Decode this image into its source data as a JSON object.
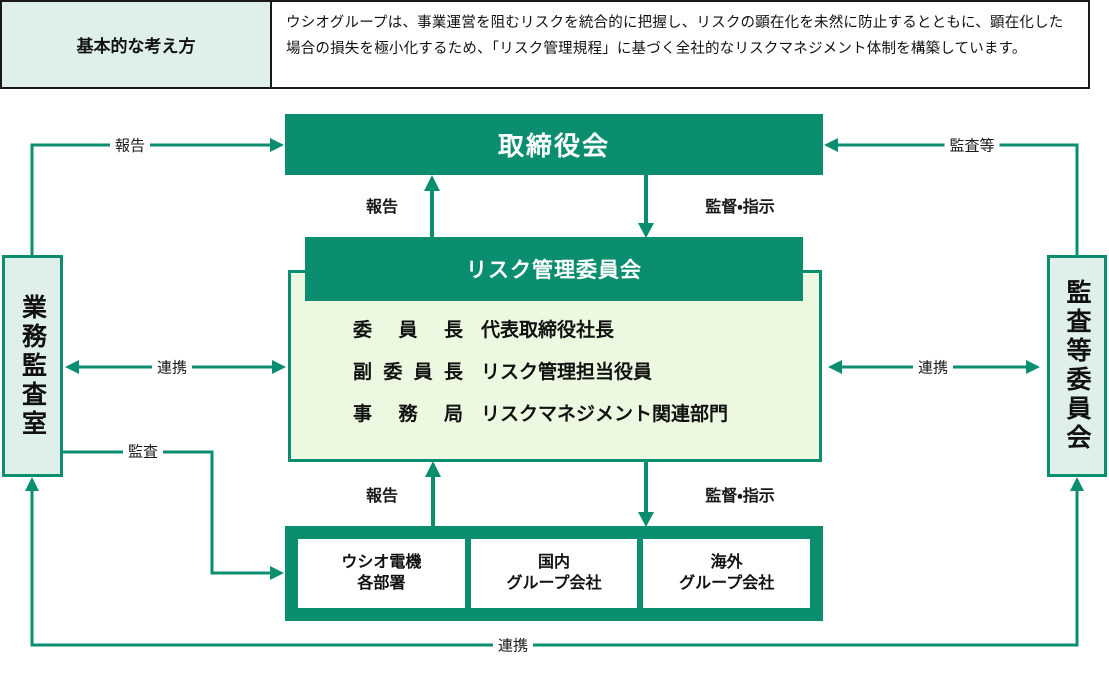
{
  "colors": {
    "brand_green": "#0a8e6f",
    "mint_fill": "#dff0eb",
    "pale_green_fill": "#ecf9e0"
  },
  "intro": {
    "heading": "基本的な考え方",
    "body": "ウシオグループは、事業運営を阻むリスクを統合的に把握し、リスクの顕在化を未然に防止するとともに、顕在化した場合の損失を極小化するため、「リスク管理規程」に基づく全社的なリスクマネジメント体制を構築しています。"
  },
  "diagram": {
    "board_label": "取締役会",
    "committee": {
      "title": "リスク管理委員会",
      "rows": [
        {
          "role": "委員長",
          "value": "代表取締役社長"
        },
        {
          "role": "副委員長",
          "value": "リスク管理担当役員"
        },
        {
          "role": "事務局",
          "value": "リスクマネジメント関連部門"
        }
      ]
    },
    "group_units": [
      {
        "line1": "ウシオ電機",
        "line2": "各部署"
      },
      {
        "line1": "国内",
        "line2": "グループ会社"
      },
      {
        "line1": "海外",
        "line2": "グループ会社"
      }
    ],
    "left_box_label": "業務監査室",
    "right_box_label": "監査等委員会",
    "arrow_labels": {
      "report_to_board_left": "報告",
      "audit_etc": "監査等",
      "report_top": "報告",
      "supervise_top": "監督・指示",
      "coop_left": "連携",
      "coop_right": "連携",
      "audit": "監査",
      "report_mid": "報告",
      "supervise_mid": "監督・指示",
      "coop_bottom": "連携"
    }
  }
}
